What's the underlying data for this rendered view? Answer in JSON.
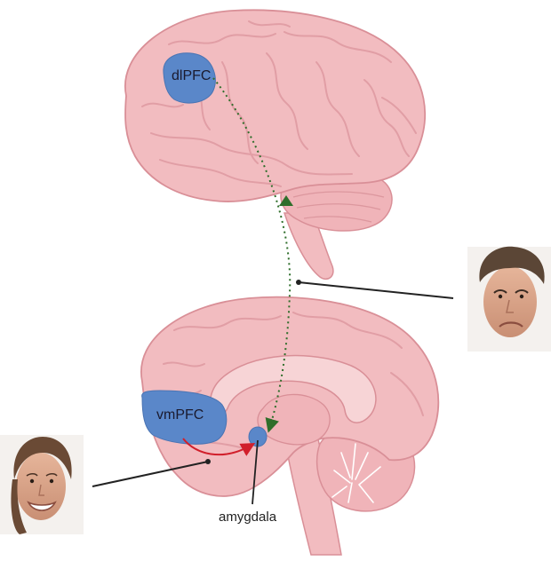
{
  "labels": {
    "dlpfc": "dlPFC",
    "vmpfc": "vmPFC",
    "amygdala": "amygdala"
  },
  "colors": {
    "brain_fill": "#f2bcc0",
    "brain_stroke": "#d98f97",
    "brain_fold": "#e4a2a9",
    "region_fill": "#5a87c9",
    "region_stroke": "#4a74b3",
    "dotted_arrow": "#2f6e2b",
    "red_arrow": "#d11f2b",
    "pointer_line": "#222222"
  },
  "faces": {
    "top_right": "sad-face-photo",
    "bottom_left": "smiling-face-photo"
  }
}
